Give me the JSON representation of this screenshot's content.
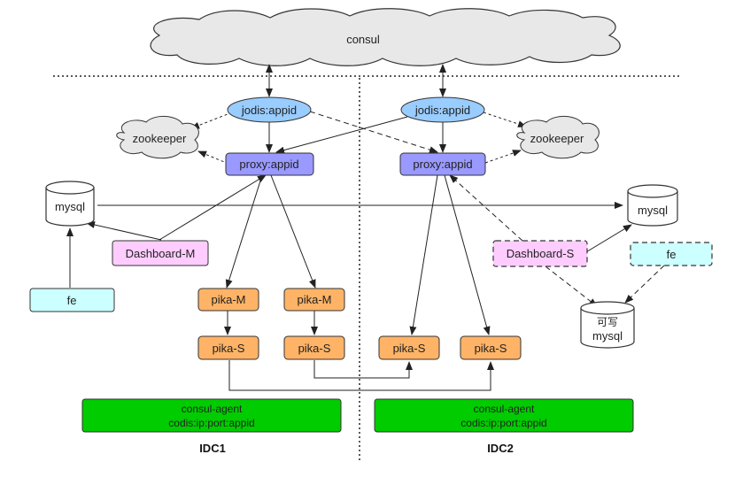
{
  "colors": {
    "cloud": "#e8e8e8",
    "jodis": "#99ccff",
    "proxy": "#9999ff",
    "dashboard": "#ffccff",
    "fe": "#ccffff",
    "pika": "#ffb366",
    "agent": "#00cc00",
    "line": "#222222"
  },
  "consul": {
    "label": "consul"
  },
  "idc1": {
    "label": "IDC1",
    "jodis": "jodis:appid",
    "zookeeper": "zookeeper",
    "proxy": "proxy:appid",
    "mysql": "mysql",
    "dashboard": "Dashboard-M",
    "fe": "fe",
    "pika_m1": "pika-M",
    "pika_m2": "pika-M",
    "pika_s1": "pika-S",
    "pika_s2": "pika-S",
    "agent_line1": "consul-agent",
    "agent_line2": "codis:ip:port:appid"
  },
  "idc2": {
    "label": "IDC2",
    "jodis": "jodis:appid",
    "zookeeper": "zookeeper",
    "proxy": "proxy:appid",
    "mysql": "mysql",
    "dashboard": "Dashboard-S",
    "fe": "fe",
    "writable_mysql_line1": "可写",
    "writable_mysql_line2": "mysql",
    "pika_s1": "pika-S",
    "pika_s2": "pika-S",
    "agent_line1": "consul-agent",
    "agent_line2": "codis:ip:port:appid"
  }
}
